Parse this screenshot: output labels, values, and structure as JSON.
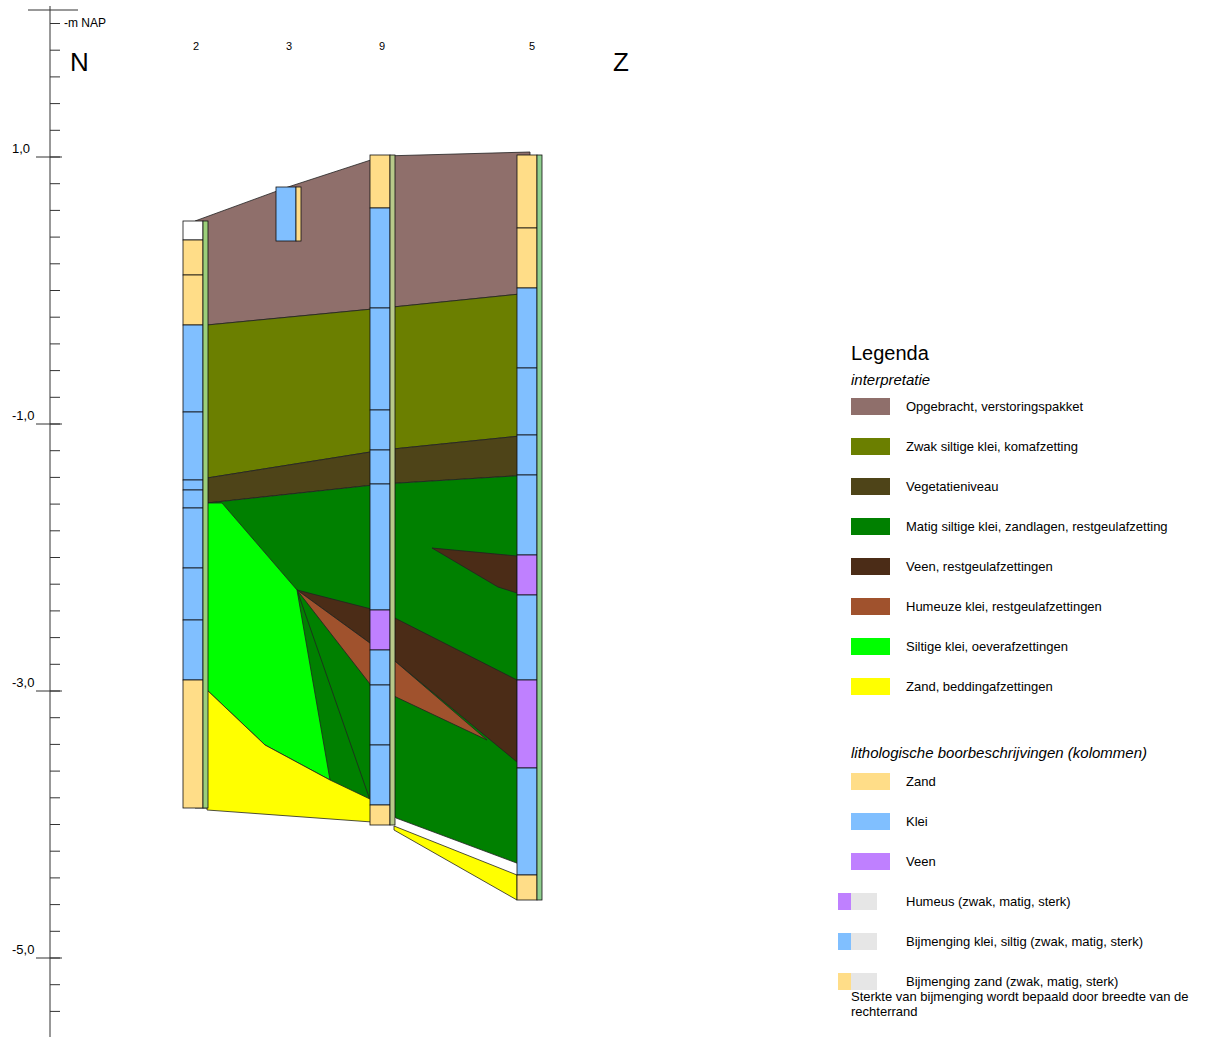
{
  "diagram": {
    "labels": [
      "-m NAP",
      "N",
      "Z",
      "2",
      "3",
      "9",
      "5",
      "1,0",
      "-1,0",
      "-3,0",
      "-5,0",
      "Legenda",
      "interpretatie",
      "lithologische boorbeschrijvingen (kolommen)",
      "Sterkte van bijmenging wordt bepaald door breedte van de rechterrand"
    ],
    "legend": [
      {
        "text": "Opgebracht, verstoringspakket",
        "color": "#8f6f6b"
      },
      {
        "text": "Zwak siltige klei, komafzetting",
        "color": "#6b7f00"
      },
      {
        "text": "Vegetatieniveau",
        "color": "#4e4418"
      },
      {
        "text": "Matig siltige klei, zandlagen, restgeulafzetting",
        "color": "#008000"
      },
      {
        "text": "Veen, restgeulafzettingen",
        "color": "#4b2c17"
      },
      {
        "text": "Humeuze klei, restgeulafzettingen",
        "color": "#a0522d"
      },
      {
        "text": "Siltige klei, oeverafzettingen",
        "color": "#00ff00"
      },
      {
        "text": "Zand, beddingafzettingen",
        "color": "#ffff00"
      },
      {
        "text": "Zand",
        "color": "#ffdd88"
      },
      {
        "text": "Klei",
        "color": "#80bfff"
      },
      {
        "text": "Veen",
        "color": "#bf80ff"
      },
      {
        "text": "Humeus (zwak, matig, sterk)",
        "color": "#bf80ff"
      },
      {
        "text": "Bijmenging klei, siltig (zwak, matig, sterk)",
        "color": "#80bfff"
      },
      {
        "text": "Bijmenging zand (zwak, matig, sterk)",
        "color": "#ffdd88"
      }
    ]
  }
}
